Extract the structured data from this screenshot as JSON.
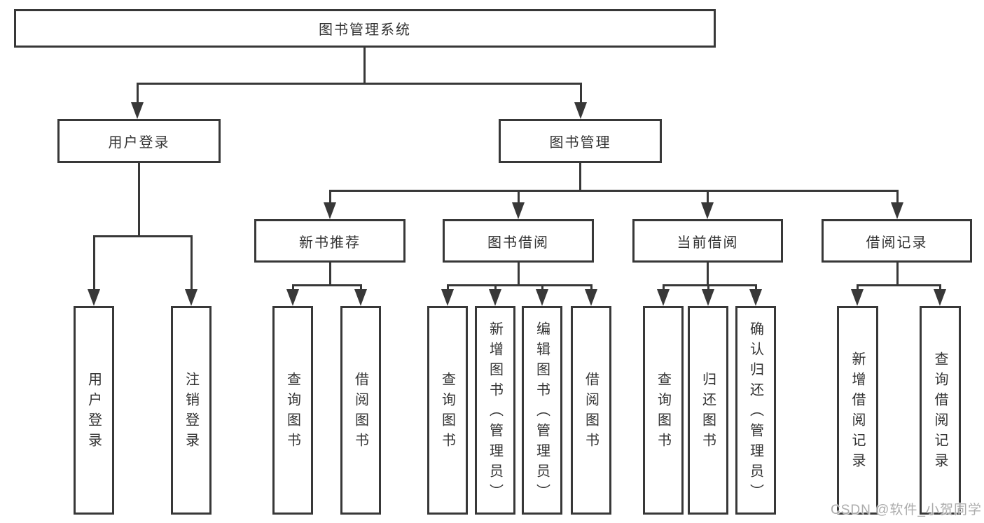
{
  "diagram": {
    "type": "tree-structure-chart",
    "colors": {
      "line": "#383838",
      "text": "#333333",
      "watermark": "#a8a8a8",
      "background": "#ffffff"
    },
    "root": {
      "label": "图书管理系统"
    },
    "branches": [
      {
        "label": "用户登录",
        "children": [
          {
            "label": "用户登录"
          },
          {
            "label": "注销登录"
          }
        ]
      },
      {
        "label": "图书管理",
        "children": [
          {
            "label": "新书推荐",
            "children": [
              {
                "label": "查询图书"
              },
              {
                "label": "借阅图书"
              }
            ]
          },
          {
            "label": "图书借阅",
            "children": [
              {
                "label": "查询图书"
              },
              {
                "label": "新增图书（管理员）"
              },
              {
                "label": "编辑图书（管理员）"
              },
              {
                "label": "借阅图书"
              }
            ]
          },
          {
            "label": "当前借阅",
            "children": [
              {
                "label": "查询图书"
              },
              {
                "label": "归还图书"
              },
              {
                "label": "确认归还（管理员）"
              }
            ]
          },
          {
            "label": "借阅记录",
            "children": [
              {
                "label": "新增借阅记录"
              },
              {
                "label": "查询借阅记录"
              }
            ]
          }
        ]
      }
    ]
  },
  "watermark": {
    "text": "CSDN @软件_小贺同学"
  }
}
